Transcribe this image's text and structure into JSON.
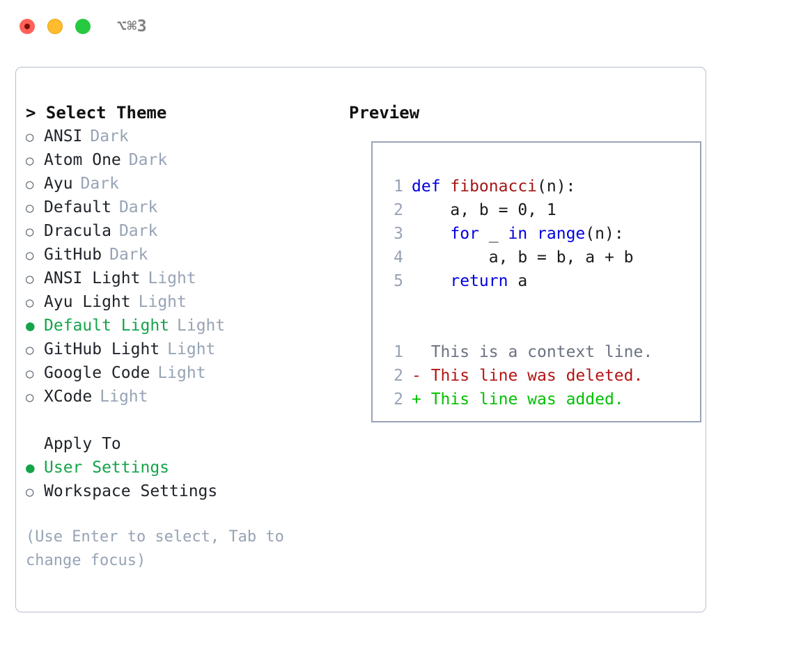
{
  "window": {
    "traffic_lights": [
      {
        "name": "close",
        "color": "#ff6159"
      },
      {
        "name": "minimize",
        "color": "#ffbd2e"
      },
      {
        "name": "maximize",
        "color": "#26c940"
      }
    ],
    "shortcut": "⌥⌘3"
  },
  "left": {
    "header": "> Select Theme",
    "themes": [
      {
        "bullet": "○",
        "name": "ANSI",
        "tag": "Dark",
        "selected": false
      },
      {
        "bullet": "○",
        "name": "Atom One",
        "tag": "Dark",
        "selected": false
      },
      {
        "bullet": "○",
        "name": "Ayu",
        "tag": "Dark",
        "selected": false
      },
      {
        "bullet": "○",
        "name": "Default",
        "tag": "Dark",
        "selected": false
      },
      {
        "bullet": "○",
        "name": "Dracula",
        "tag": "Dark",
        "selected": false
      },
      {
        "bullet": "○",
        "name": "GitHub",
        "tag": "Dark",
        "selected": false
      },
      {
        "bullet": "○",
        "name": "ANSI Light",
        "tag": "Light",
        "selected": false
      },
      {
        "bullet": "○",
        "name": "Ayu Light",
        "tag": "Light",
        "selected": false
      },
      {
        "bullet": "●",
        "name": "Default Light",
        "tag": "Light",
        "selected": true
      },
      {
        "bullet": "○",
        "name": "GitHub Light",
        "tag": "Light",
        "selected": false
      },
      {
        "bullet": "○",
        "name": "Google Code",
        "tag": "Light",
        "selected": false
      },
      {
        "bullet": "○",
        "name": "XCode",
        "tag": "Light",
        "selected": false
      }
    ],
    "apply_to": {
      "heading": "Apply To",
      "options": [
        {
          "bullet": "●",
          "label": "User Settings",
          "selected": true
        },
        {
          "bullet": "○",
          "label": "Workspace Settings",
          "selected": false
        }
      ]
    },
    "hint": "(Use Enter to select, Tab to change focus)"
  },
  "right": {
    "header": "Preview",
    "code": {
      "lines": [
        {
          "num": "1",
          "tokens": [
            {
              "t": "def ",
              "c": "kw"
            },
            {
              "t": "fibonacci",
              "c": "fn"
            },
            {
              "t": "(n):",
              "c": "txt"
            }
          ]
        },
        {
          "num": "2",
          "tokens": [
            {
              "t": "    a, b = 0, 1",
              "c": "txt"
            }
          ]
        },
        {
          "num": "3",
          "tokens": [
            {
              "t": "    ",
              "c": "txt"
            },
            {
              "t": "for",
              "c": "kw"
            },
            {
              "t": " _ ",
              "c": "txt"
            },
            {
              "t": "in",
              "c": "kw"
            },
            {
              "t": " ",
              "c": "txt"
            },
            {
              "t": "range",
              "c": "kw"
            },
            {
              "t": "(n):",
              "c": "txt"
            }
          ]
        },
        {
          "num": "4",
          "tokens": [
            {
              "t": "        a, b = b, a + b",
              "c": "txt"
            }
          ]
        },
        {
          "num": "5",
          "tokens": [
            {
              "t": "    ",
              "c": "txt"
            },
            {
              "t": "return",
              "c": "kw"
            },
            {
              "t": " a",
              "c": "txt"
            }
          ]
        }
      ],
      "diff": [
        {
          "num": "1",
          "marker": "  ",
          "text": "This is a context line.",
          "c": "ctx"
        },
        {
          "num": "2",
          "marker": "- ",
          "text": "This line was deleted.",
          "c": "del"
        },
        {
          "num": "2",
          "marker": "+ ",
          "text": "This line was added.",
          "c": "add"
        }
      ]
    }
  },
  "colors": {
    "accent_green": "#14a44a",
    "diff_add": "#00c000",
    "diff_del": "#b41414",
    "muted": "#97a3b5",
    "keyword": "#0000e0",
    "function": "#a31515",
    "border": "#b6bfcc"
  }
}
